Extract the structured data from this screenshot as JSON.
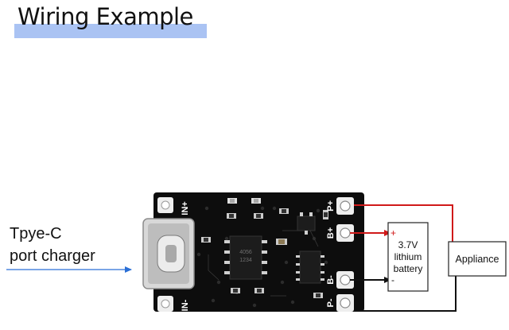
{
  "title": "Wiring Example",
  "caption": {
    "line1": "Tpye-C",
    "line2": "port charger"
  },
  "board_labels": {
    "in_plus": "IN+",
    "in_minus": "IN-",
    "p_plus": "P+",
    "b_plus": "B+",
    "b_minus": "B-",
    "p_minus": "P-",
    "ic_main": "4056",
    "ic_sub": "1234"
  },
  "battery": {
    "plus": "+",
    "line1": "3.7V",
    "line2": "lithium",
    "line3": "battery",
    "minus": "-"
  },
  "appliance": "Appliance",
  "colors": {
    "pcb": "#0d0d0d",
    "wire_positive": "#d01a1a",
    "wire_negative": "#111111",
    "arrow": "#2a6fd6",
    "title_highlight": "#aac3f3"
  }
}
